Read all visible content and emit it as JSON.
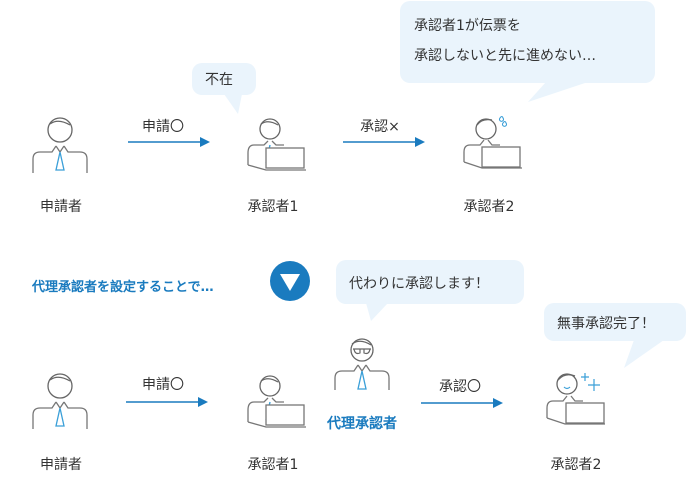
{
  "colors": {
    "accent": "#1a7bbf",
    "bubble": "#eaf4fc",
    "line": "#888888",
    "text": "#333333"
  },
  "top": {
    "applicant": {
      "label": "申請者",
      "icon": "person-with-tie-icon"
    },
    "arrow1": {
      "label": "申請〇"
    },
    "approver1": {
      "label": "承認者1",
      "icon": "person-at-laptop-icon",
      "bubble": "不在"
    },
    "arrow2": {
      "label": "承認×"
    },
    "approver2": {
      "label": "承認者2",
      "icon": "worried-person-at-laptop-icon",
      "bubble_lines": [
        "承認者1が伝票を",
        "承認しないと先に進めない…"
      ]
    }
  },
  "divider": {
    "caption": "代理承認者を設定することで…",
    "icon": "down-triangle-circle-icon"
  },
  "bottom": {
    "applicant": {
      "label": "申請者",
      "icon": "person-with-tie-icon"
    },
    "arrow1": {
      "label": "申請〇"
    },
    "approver1": {
      "label": "承認者1",
      "icon": "person-at-laptop-icon"
    },
    "proxy": {
      "label": "代理承認者",
      "icon": "person-with-glasses-icon",
      "bubble": "代わりに承認します！"
    },
    "arrow2": {
      "label": "承認〇"
    },
    "approver2": {
      "label": "承認者2",
      "icon": "happy-person-at-laptop-icon",
      "bubble": "無事承認完了！"
    }
  }
}
